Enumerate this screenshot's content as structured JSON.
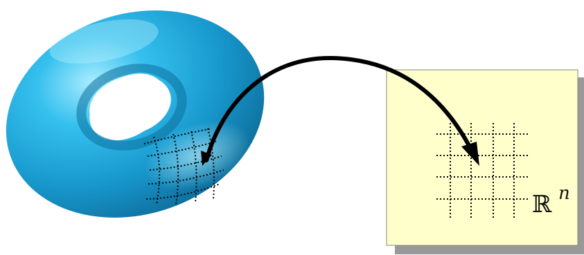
{
  "plane": {
    "label_base": "ℝ",
    "label_exponent": "n",
    "fill_color": "#ffffcc",
    "shadow_color": "#999999"
  },
  "torus": {
    "color": "#1aa3d6",
    "highlight_color": "#9fe6ff",
    "shade_color": "#0a5f86"
  },
  "mapping_arrow": {
    "color": "#000000"
  },
  "grid": {
    "line_color": "#000000",
    "rows": 4,
    "cols": 4
  }
}
